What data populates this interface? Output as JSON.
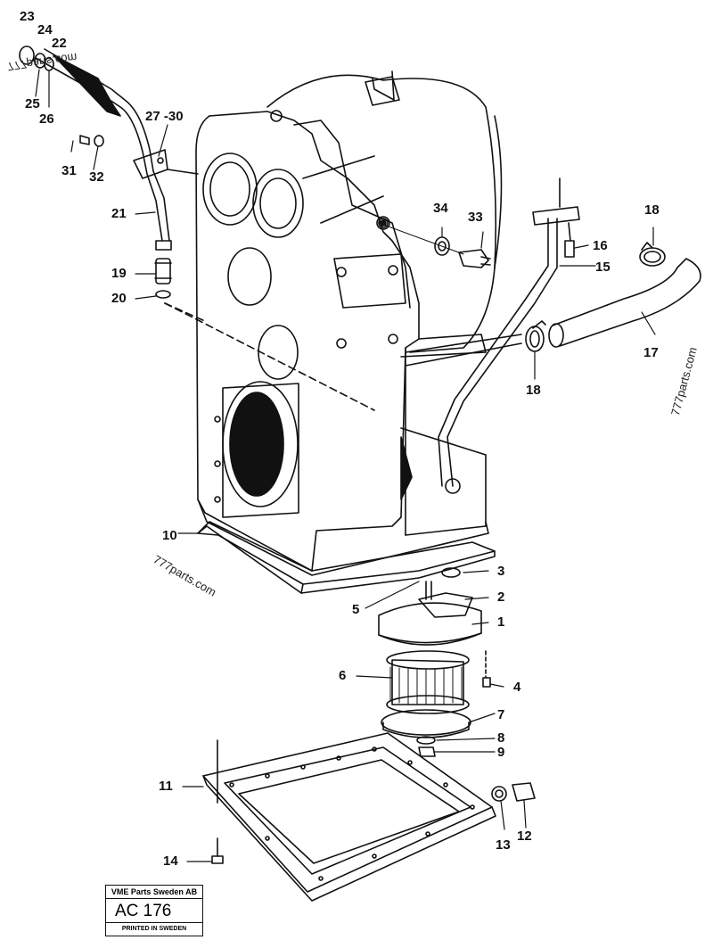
{
  "labels": {
    "l1": "1",
    "l2": "2",
    "l3": "3",
    "l4": "4",
    "l5": "5",
    "l6": "6",
    "l7": "7",
    "l8": "8",
    "l9": "9",
    "l10": "10",
    "l11": "11",
    "l12": "12",
    "l13": "13",
    "l14": "14",
    "l15": "15",
    "l16": "16",
    "l17": "17",
    "l18a": "18",
    "l18b": "18",
    "l19": "19",
    "l20": "20",
    "l21": "21",
    "l22": "22",
    "l23": "23",
    "l24": "24",
    "l25": "25",
    "l26": "26",
    "l27": "27 -30",
    "l31": "31",
    "l32": "32",
    "l33": "33",
    "l34": "34"
  },
  "watermarks": {
    "left": "777parts.com",
    "center": "777parts.com",
    "right": "777parts.com"
  },
  "stamp": {
    "company": "VME Parts Sweden AB",
    "code": "AC 176",
    "printed": "PRINTED IN SWEDEN"
  }
}
